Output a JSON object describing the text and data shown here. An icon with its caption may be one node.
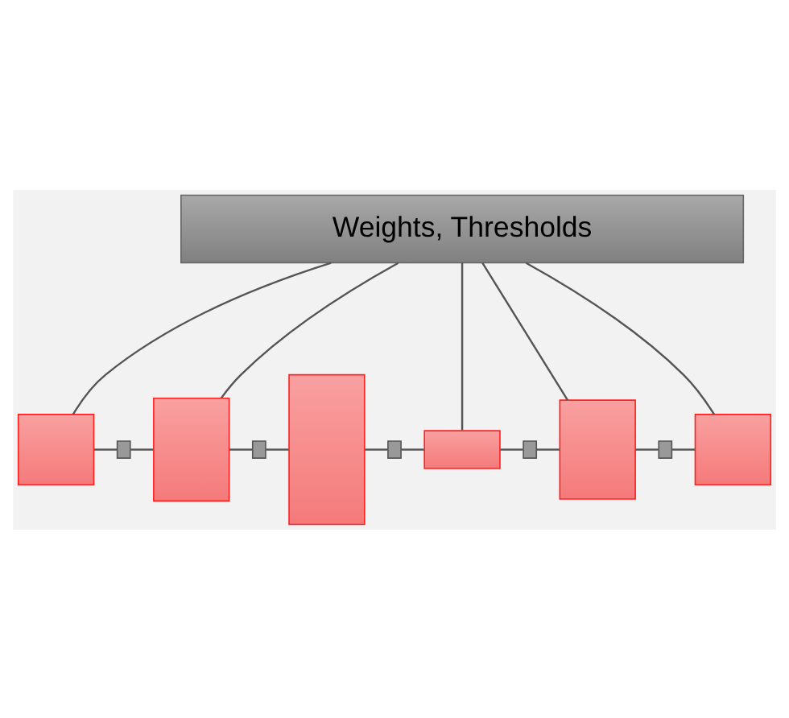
{
  "diagram": {
    "nodes": [
      {
        "text": [
          "Weights, Thresholds"
        ]
      },
      {
        "text": [],
        "shape": "box"
      },
      {
        "text": [],
        "shape": "box"
      },
      {
        "text": [],
        "shape": "box"
      },
      {
        "text": [],
        "shape": "box"
      },
      {
        "text": [],
        "shape": "box"
      },
      {
        "text": [],
        "shape": "box"
      },
      {
        "text": [],
        "shape": "box"
      },
      {
        "text": [],
        "shape": "box"
      },
      {
        "text": [],
        "shape": "box"
      },
      {
        "text": [],
        "shape": "box"
      },
      {
        "text": [],
        "shape": "box"
      }
    ],
    "edges": [
      {
        "from": 0,
        "to": 1,
        "arrow": "none"
      },
      {
        "from": 0,
        "to": 3,
        "arrow": "none"
      },
      {
        "from": 0,
        "to": 7,
        "arrow": "none"
      },
      {
        "from": 0,
        "to": 9,
        "arrow": "none"
      },
      {
        "from": 0,
        "to": 11,
        "arrow": "none"
      },
      {
        "from": 1,
        "to": 2,
        "arrow": "none"
      },
      {
        "from": 2,
        "to": 3,
        "arrow": "none"
      },
      {
        "from": 3,
        "to": 4,
        "arrow": "none"
      },
      {
        "from": 4,
        "to": 5,
        "arrow": "none"
      },
      {
        "from": 5,
        "to": 6,
        "arrow": "none"
      },
      {
        "from": 6,
        "to": 7,
        "arrow": "none"
      },
      {
        "from": 7,
        "to": 8,
        "arrow": "none"
      },
      {
        "from": 8,
        "to": 9,
        "arrow": "none"
      },
      {
        "from": 9,
        "to": 10,
        "arrow": "none"
      },
      {
        "from": 10,
        "to": 11,
        "arrow": "none"
      }
    ]
  }
}
